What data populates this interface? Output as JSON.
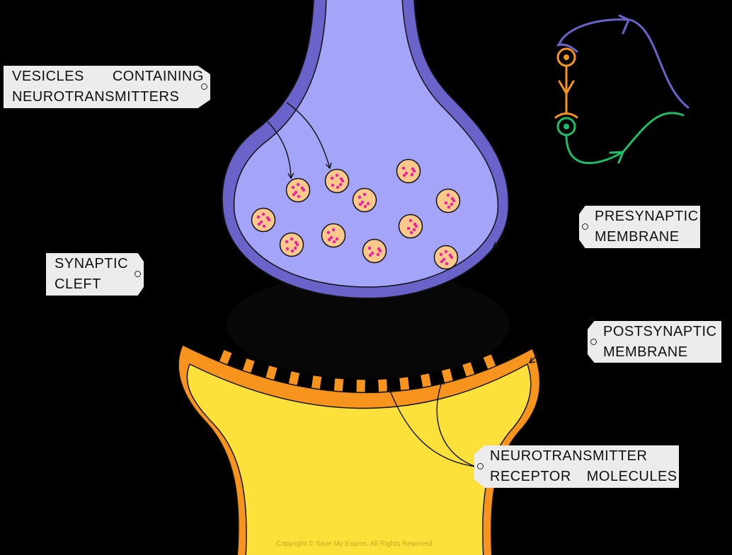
{
  "labels": {
    "vesicles": {
      "line1": [
        "VESICLES",
        "CONTAINING"
      ],
      "line2": "NEUROTRANSMITTERS"
    },
    "cleft": {
      "line1": "SYNAPTIC",
      "line2": "CLEFT"
    },
    "presynaptic": {
      "line1": "PRESYNAPTIC",
      "line2": "MEMBRANE"
    },
    "postsynaptic": {
      "line1": "POSTSYNAPTIC",
      "line2": "MEMBRANE"
    },
    "receptors": {
      "line1": "NEUROTRANSMITTER",
      "line2": [
        "RECEPTOR",
        "MOLECULES"
      ]
    }
  },
  "copyright": "Copyright © Save My Exams. All Rights Reserved",
  "colors": {
    "presynaptic_membrane": "#6a63c9",
    "presynaptic_fill": "#a4a4f9",
    "postsynaptic_membrane": "#f7941d",
    "postsynaptic_fill": "#fde13b",
    "vesicle_fill": "#fcc98a",
    "vesicle_dots": "#ee1fa4",
    "neuron_sensory": "#6a63c9",
    "neuron_relay": "#f7941d",
    "neuron_motor": "#1bbf6a"
  }
}
